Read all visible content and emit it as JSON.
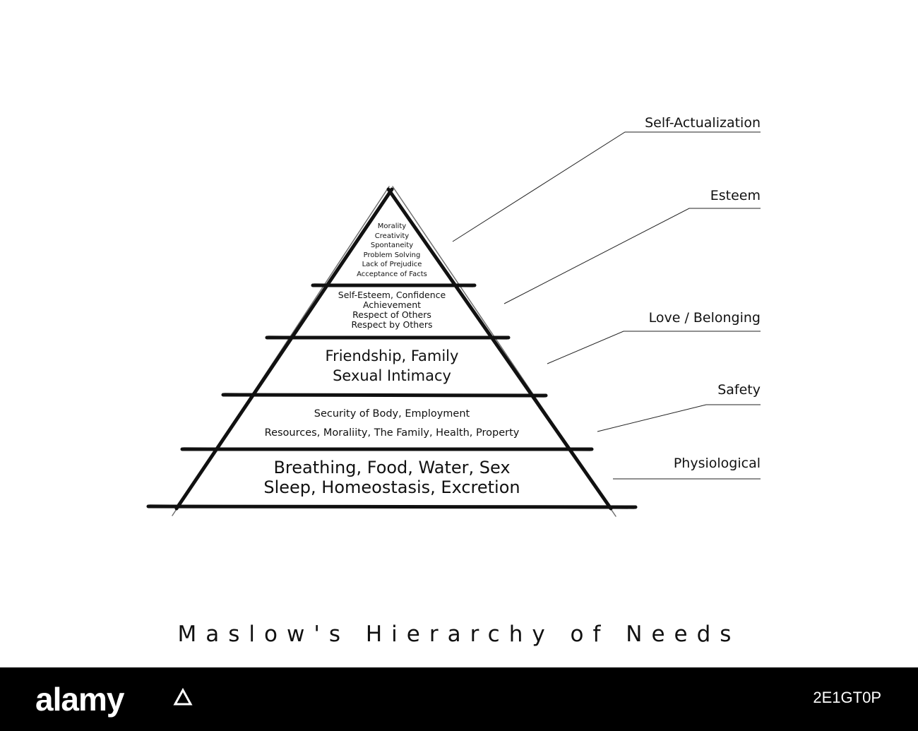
{
  "title": "Maslow's Hierarchy of Needs",
  "levels": [
    {
      "name": "Self-Actualization",
      "items": [
        "Morality",
        "Creativity",
        "Spontaneity",
        "Problem Solving",
        "Lack of Prejudice",
        "Acceptance of Facts"
      ]
    },
    {
      "name": "Esteem",
      "items": [
        "Self-Esteem, Confidence",
        "Achievement",
        "Respect of Others",
        "Respect by Others"
      ]
    },
    {
      "name": "Love / Belonging",
      "items": [
        "Friendship, Family",
        "Sexual Intimacy"
      ]
    },
    {
      "name": "Safety",
      "items": [
        "Security of Body, Employment",
        "Resources, Moraliity, The Family, Health, Property"
      ]
    },
    {
      "name": "Physiological",
      "items": [
        "Breathing, Food, Water, Sex",
        "Sleep, Homeostasis, Excretion"
      ]
    }
  ],
  "footer": {
    "brand": "alamy",
    "image_id": "2E1GT0P"
  },
  "colors": {
    "background": "#ffffff",
    "ink": "#111111",
    "footer_bg": "#000000",
    "footer_text": "#ffffff"
  }
}
